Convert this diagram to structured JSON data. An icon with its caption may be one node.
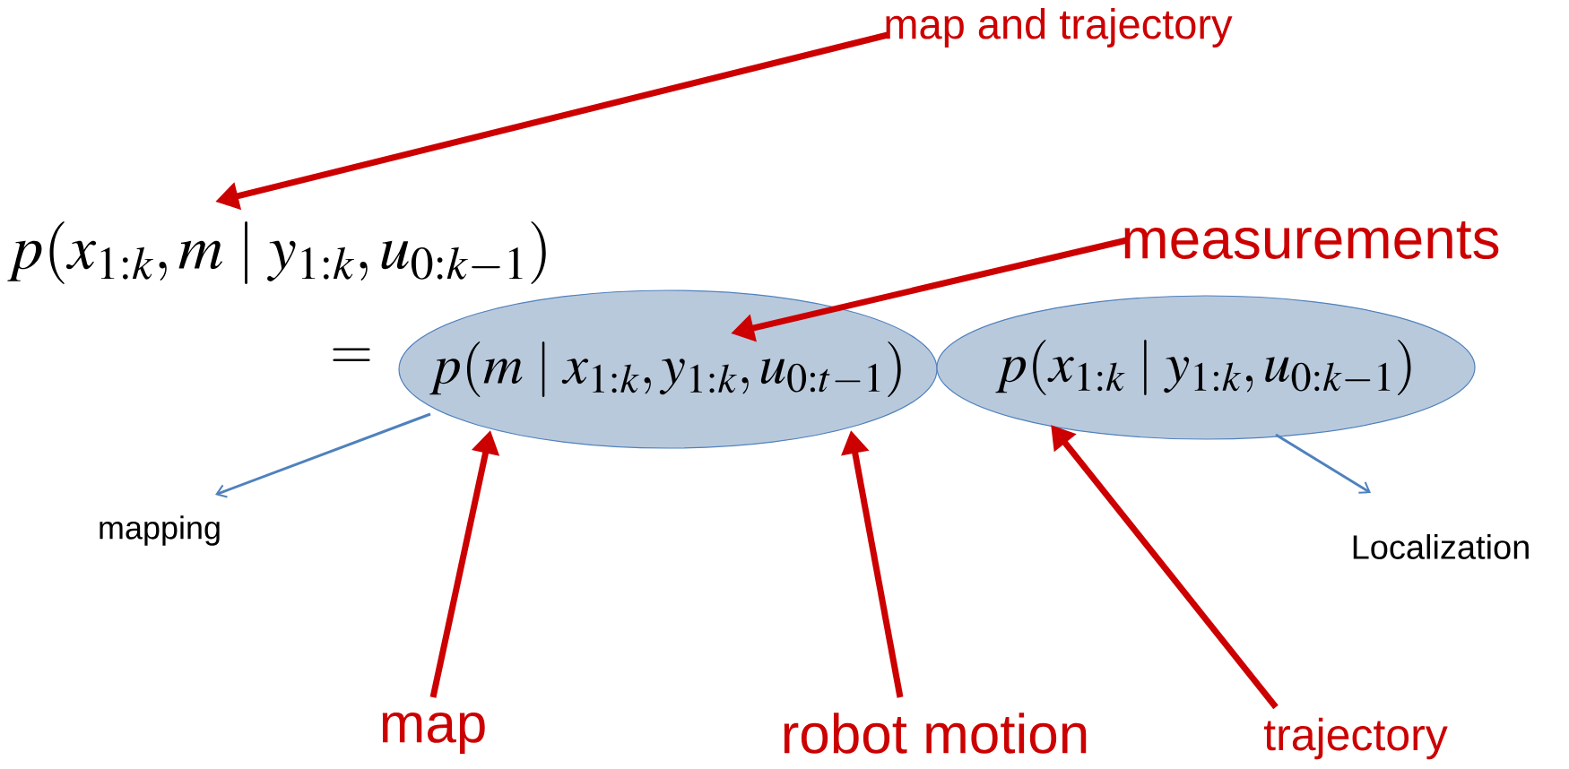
{
  "diagram": {
    "nodes": [
      {
        "text": [
          "map and trajectory"
        ]
      },
      {
        "text": [
          "p(x_{1:k}, m \\mid y_{1:k}, u_{0:k-1})"
        ]
      },
      {
        "text": [
          "p(m \\mid x_{1:k}, y_{1:k}, u_{0:t-1})"
        ]
      },
      {
        "text": [
          "p(x_{1:k} \\mid y_{1:k}, u_{0:k-1})"
        ]
      },
      {
        "text": [
          "measurements"
        ]
      },
      {
        "text": [
          "mapping"
        ]
      },
      {
        "text": [
          "Localization"
        ]
      },
      {
        "text": [
          "map"
        ]
      },
      {
        "text": [
          "robot motion"
        ]
      },
      {
        "text": [
          "trajectory"
        ]
      }
    ],
    "edges": [
      {
        "from": 0,
        "to": 1,
        "arrow": "to"
      },
      {
        "from": 4,
        "to": 2,
        "arrow": "to"
      },
      {
        "from": 2,
        "to": 5,
        "arrow": "to",
        "color": "#4f81bd"
      },
      {
        "from": 3,
        "to": 6,
        "arrow": "to",
        "color": "#4f81bd"
      },
      {
        "from": 7,
        "to": 2,
        "arrow": "to"
      },
      {
        "from": 8,
        "to": 2,
        "arrow": "to"
      },
      {
        "from": 9,
        "to": 3,
        "arrow": "to"
      }
    ],
    "labels": [
      "="
    ]
  }
}
